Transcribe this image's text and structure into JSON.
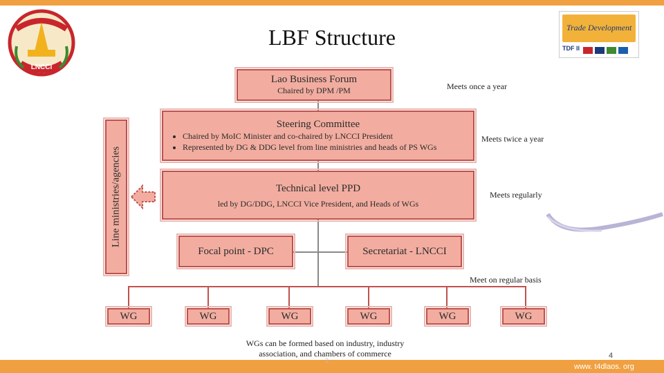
{
  "title": "LBF Structure",
  "logos": {
    "left_text": "LNCCI",
    "right_brand": "Trade Development",
    "right_tdf": "TDF II"
  },
  "nodes": {
    "lbf": {
      "title": "Lao Business Forum",
      "subtitle": "Chaired by DPM /PM"
    },
    "steering": {
      "title": "Steering Committee",
      "bullets": [
        "Chaired by MoIC Minister and co-chaired by LNCCI President",
        "Represented by DG & DDG level from line ministries and heads of PS WGs"
      ]
    },
    "technical": {
      "title": "Technical level PPD",
      "subtitle": "led by DG/DDG, LNCCI Vice President, and Heads of  WGs"
    },
    "focal": {
      "title": "Focal point - DPC"
    },
    "secretariat": {
      "title": "Secretariat - LNCCI"
    },
    "side": {
      "title": "Line ministries/agencies"
    },
    "wgs": [
      "WG",
      "WG",
      "WG",
      "WG",
      "WG",
      "WG"
    ]
  },
  "notes": {
    "lbf": "Meets once a year",
    "steering": "Meets twice a year",
    "technical": "Meets regularly",
    "wg": "Meet on regular  basis"
  },
  "footnote": {
    "line1": "WGs can be formed  based on industry, industry",
    "line2": "association,  and chambers  of commerce"
  },
  "page_number": "4",
  "small_number": "2",
  "website": "www. t4dlaos. org",
  "colors": {
    "box_fill": "#f2ada0",
    "box_border": "#c0504d",
    "accent_bar": "#f0a040"
  }
}
